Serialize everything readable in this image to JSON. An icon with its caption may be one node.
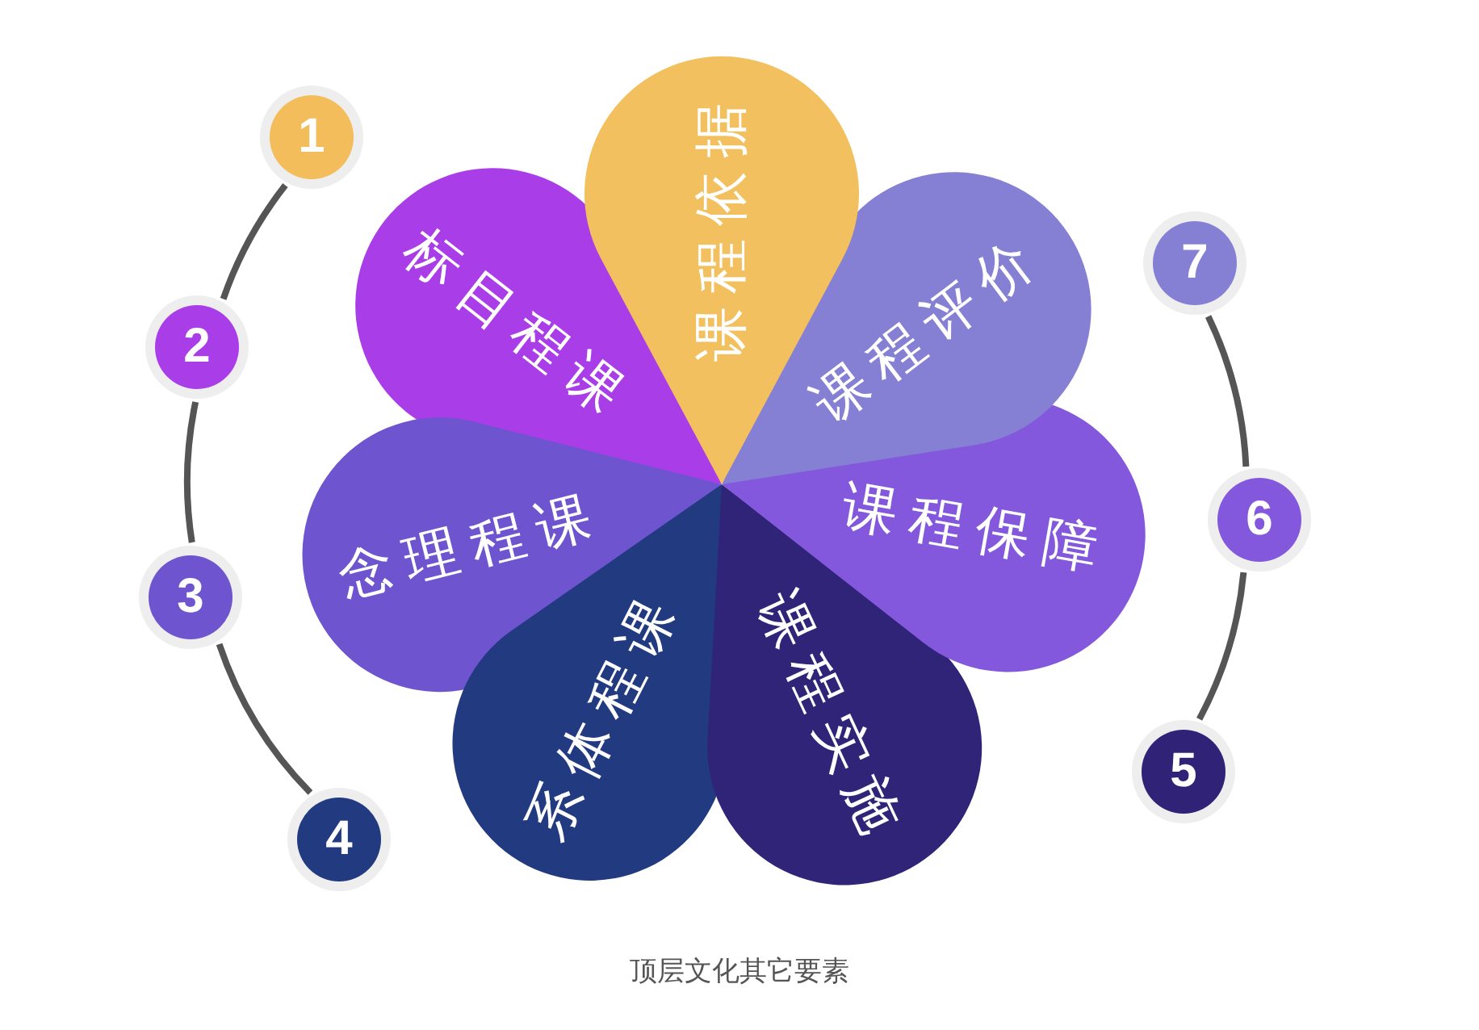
{
  "diagram": {
    "caption": "顶层文化其它要素",
    "nodes": [
      {
        "text": [
          "1"
        ]
      },
      {
        "text": [
          "2"
        ]
      },
      {
        "text": [
          "3"
        ]
      },
      {
        "text": [
          "4"
        ]
      },
      {
        "text": [
          "5"
        ]
      },
      {
        "text": [
          "6"
        ]
      },
      {
        "text": [
          "7"
        ]
      },
      {
        "text": [
          "课程依据"
        ]
      },
      {
        "text": [
          "课程评价"
        ]
      },
      {
        "text": [
          "课程保障"
        ]
      },
      {
        "text": [
          "课程实施"
        ]
      },
      {
        "text": [
          "系体程课"
        ]
      },
      {
        "text": [
          "念理程课"
        ]
      },
      {
        "text": [
          "标目程课"
        ]
      }
    ],
    "edges": [
      {
        "from": 0,
        "to": 1,
        "arrow": "none"
      },
      {
        "from": 1,
        "to": 2,
        "arrow": "none"
      },
      {
        "from": 2,
        "to": 3,
        "arrow": "none"
      },
      {
        "from": 6,
        "to": 5,
        "arrow": "none"
      },
      {
        "from": 5,
        "to": 4,
        "arrow": "none"
      }
    ]
  }
}
